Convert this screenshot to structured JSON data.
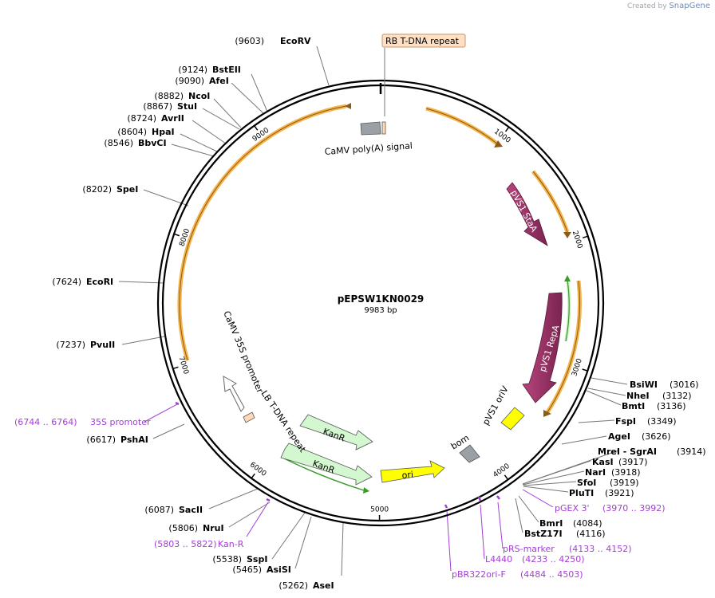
{
  "app": {
    "credit_prefix": "Created by",
    "credit_brand": "SnapGene"
  },
  "plasmid": {
    "name": "pEPSW1KN0029",
    "length_label": "9983 bp",
    "length": 9983
  },
  "ticks": [
    "1000",
    "2000",
    "3000",
    "4000",
    "5000",
    "6000",
    "7000",
    "8000",
    "9000"
  ],
  "feature_labels": {
    "rb": "RB T-DNA repeat",
    "polya": "CaMV poly(A) signal",
    "stab": "pVS1 StaA",
    "rep": "pVS1 RepA",
    "oriv": "pVS1 oriV",
    "bom": "bom",
    "ori": "ori",
    "kanr1": "KanR",
    "kanr2": "KanR",
    "lb": "LB T-DNA repeat",
    "p35s": "CaMV 35S promoter"
  },
  "sites": [
    {
      "pos": "(9603)",
      "name": "EcoRV"
    },
    {
      "pos": "(9124)",
      "name": "BstEII"
    },
    {
      "pos": "(9090)",
      "name": "AfeI"
    },
    {
      "pos": "(8882)",
      "name": "NcoI"
    },
    {
      "pos": "(8867)",
      "name": "StuI"
    },
    {
      "pos": "(8724)",
      "name": "AvrII"
    },
    {
      "pos": "(8604)",
      "name": "HpaI"
    },
    {
      "pos": "(8546)",
      "name": "BbvCI"
    },
    {
      "pos": "(8202)",
      "name": "SpeI"
    },
    {
      "pos": "(7624)",
      "name": "EcoRI"
    },
    {
      "pos": "(7237)",
      "name": "PvuII"
    },
    {
      "pos": "(6617)",
      "name": "PshAI"
    },
    {
      "pos": "(6087)",
      "name": "SacII"
    },
    {
      "pos": "(5806)",
      "name": "NruI"
    },
    {
      "pos": "(5538)",
      "name": "SspI"
    },
    {
      "pos": "(5465)",
      "name": "AsiSI"
    },
    {
      "pos": "(5262)",
      "name": "AseI"
    },
    {
      "pos": "(3016)",
      "name": "BsiWI"
    },
    {
      "pos": "(3132)",
      "name": "NheI"
    },
    {
      "pos": "(3136)",
      "name": "BmtI"
    },
    {
      "pos": "(3349)",
      "name": "FspI"
    },
    {
      "pos": "(3626)",
      "name": "AgeI"
    },
    {
      "pos": "(3914)",
      "name": "MreI - SgrAI"
    },
    {
      "pos": "(3917)",
      "name": "KasI"
    },
    {
      "pos": "(3918)",
      "name": "NarI"
    },
    {
      "pos": "(3919)",
      "name": "SfoI"
    },
    {
      "pos": "(3921)",
      "name": "PluTI"
    },
    {
      "pos": "(4084)",
      "name": "BmrI"
    },
    {
      "pos": "(4116)",
      "name": "BstZ17I"
    }
  ],
  "primers": [
    {
      "range": "(6744 .. 6764)",
      "name": "35S promoter"
    },
    {
      "range": "(5803 .. 5822)",
      "name": "Kan-R"
    },
    {
      "range": "(3970 .. 3992)",
      "name": "pGEX 3'"
    },
    {
      "range": "(4133 .. 4152)",
      "name": "pRS-marker"
    },
    {
      "range": "(4233 .. 4250)",
      "name": "L4440"
    },
    {
      "range": "(4484 .. 4503)",
      "name": "pBR322ori-F"
    }
  ],
  "colors": {
    "backbone": "#000000",
    "orange_arc": "#f5b44a",
    "orange_arc_dark": "#8a5a18",
    "magenta": "#8e2f60",
    "green_feature": "#d3f7cf",
    "green_line": "#3a9a2a",
    "yellow": "#ffff00",
    "grey_box": "#9aa0a6",
    "peach": "#ffe0c4",
    "primer": "#a23fd3"
  }
}
